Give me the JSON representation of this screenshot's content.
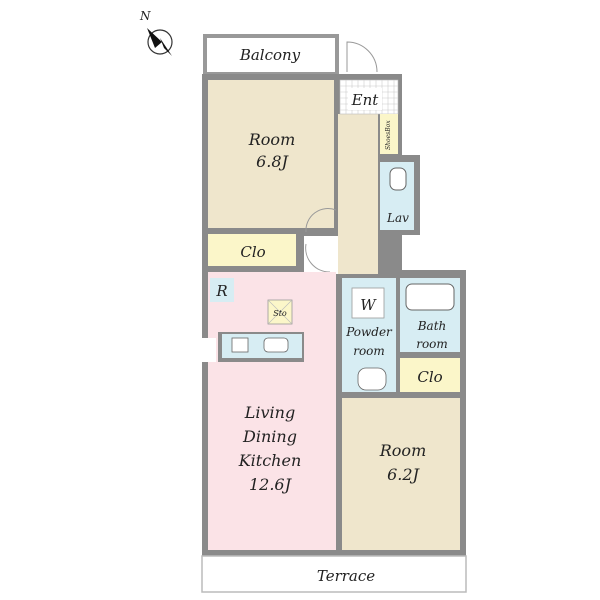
{
  "compass": {
    "north": "N"
  },
  "rooms": {
    "balcony": "Balcony",
    "entrance": "Ent",
    "shoes_box": "ShoesBox",
    "room_north": {
      "name": "Room",
      "size": "6.8J"
    },
    "closet_north": "Clo",
    "lavatory": "Lav",
    "refrigerator": "R",
    "storage": "Sto",
    "washer": "W",
    "powder_room": {
      "line1": "Powder",
      "line2": "room"
    },
    "bath_room": {
      "line1": "Bath",
      "line2": "room"
    },
    "closet_south": "Clo",
    "ldk": {
      "line1": "Living",
      "line2": "Dining",
      "line3": "Kitchen",
      "size": "12.6J"
    },
    "room_south": {
      "name": "Room",
      "size": "6.2J"
    },
    "terrace": "Terrace"
  },
  "colors": {
    "wall": "#8a8a8a",
    "room_tan": "#efe6cc",
    "ldk_pink": "#fbe3e7",
    "wet_blue": "#d7edf3",
    "closet_yellow": "#fbf6c9",
    "outdoor": "#ffffff"
  }
}
